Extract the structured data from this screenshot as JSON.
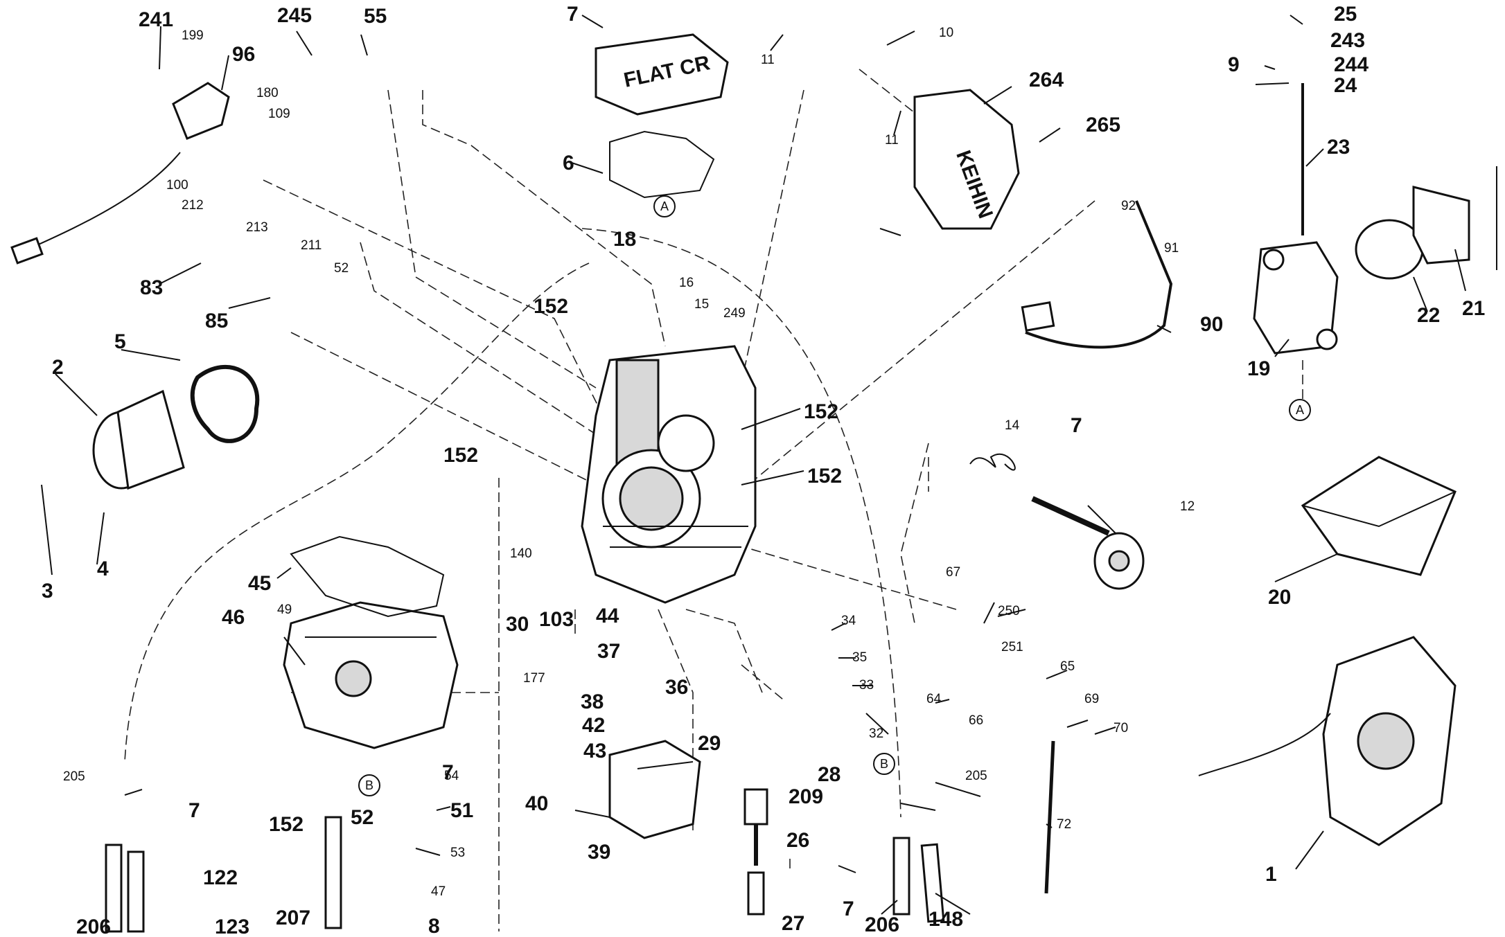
{
  "diagram": {
    "labels": [
      {
        "id": "l241",
        "text": "241",
        "size": "lg"
      },
      {
        "id": "l199",
        "text": "199",
        "size": "sm"
      },
      {
        "id": "l96",
        "text": "96",
        "size": "lg"
      },
      {
        "id": "l245",
        "text": "245",
        "size": "lg"
      },
      {
        "id": "l55",
        "text": "55",
        "size": "lg"
      },
      {
        "id": "l7a",
        "text": "7",
        "size": "lg"
      },
      {
        "id": "l11a",
        "text": "11",
        "size": "sm"
      },
      {
        "id": "l10",
        "text": "10",
        "size": "sm"
      },
      {
        "id": "l264",
        "text": "264",
        "size": "lg"
      },
      {
        "id": "l11b",
        "text": "11",
        "size": "sm"
      },
      {
        "id": "l265",
        "text": "265",
        "size": "lg"
      },
      {
        "id": "l25",
        "text": "25",
        "size": "lg"
      },
      {
        "id": "l243",
        "text": "243",
        "size": "lg"
      },
      {
        "id": "l9",
        "text": "9",
        "size": "lg"
      },
      {
        "id": "l244",
        "text": "244",
        "size": "lg"
      },
      {
        "id": "l24",
        "text": "24",
        "size": "lg"
      },
      {
        "id": "l23",
        "text": "23",
        "size": "lg"
      },
      {
        "id": "l180",
        "text": "180",
        "size": "sm"
      },
      {
        "id": "l109",
        "text": "109",
        "size": "sm"
      },
      {
        "id": "l6",
        "text": "6",
        "size": "lg"
      },
      {
        "id": "l100",
        "text": "100",
        "size": "sm"
      },
      {
        "id": "l212",
        "text": "212",
        "size": "sm"
      },
      {
        "id": "l213",
        "text": "213",
        "size": "sm"
      },
      {
        "id": "l211",
        "text": "211",
        "size": "sm"
      },
      {
        "id": "l52a",
        "text": "52",
        "size": "sm"
      },
      {
        "id": "l18",
        "text": "18",
        "size": "lg"
      },
      {
        "id": "l16",
        "text": "16",
        "size": "sm"
      },
      {
        "id": "l92",
        "text": "92",
        "size": "sm"
      },
      {
        "id": "l91",
        "text": "91",
        "size": "sm"
      },
      {
        "id": "l83",
        "text": "83",
        "size": "lg"
      },
      {
        "id": "l85",
        "text": "85",
        "size": "lg"
      },
      {
        "id": "l152a",
        "text": "152",
        "size": "lg"
      },
      {
        "id": "l15",
        "text": "15",
        "size": "sm"
      },
      {
        "id": "l249",
        "text": "249",
        "size": "sm"
      },
      {
        "id": "l90",
        "text": "90",
        "size": "lg"
      },
      {
        "id": "l22",
        "text": "22",
        "size": "lg"
      },
      {
        "id": "l21",
        "text": "21",
        "size": "lg"
      },
      {
        "id": "l19",
        "text": "19",
        "size": "lg"
      },
      {
        "id": "l5",
        "text": "5",
        "size": "lg"
      },
      {
        "id": "l2",
        "text": "2",
        "size": "lg"
      },
      {
        "id": "l152b",
        "text": "152",
        "size": "lg"
      },
      {
        "id": "l7b",
        "text": "7",
        "size": "lg"
      },
      {
        "id": "l14",
        "text": "14",
        "size": "sm"
      },
      {
        "id": "l152c",
        "text": "152",
        "size": "lg"
      },
      {
        "id": "l152d",
        "text": "152",
        "size": "lg"
      },
      {
        "id": "l12",
        "text": "12",
        "size": "sm"
      },
      {
        "id": "l4",
        "text": "4",
        "size": "lg"
      },
      {
        "id": "l3",
        "text": "3",
        "size": "lg"
      },
      {
        "id": "l140",
        "text": "140",
        "size": "sm"
      },
      {
        "id": "l45",
        "text": "45",
        "size": "lg"
      },
      {
        "id": "l20",
        "text": "20",
        "size": "lg"
      },
      {
        "id": "l30",
        "text": "30",
        "size": "lg"
      },
      {
        "id": "l103",
        "text": "103",
        "size": "lg"
      },
      {
        "id": "l44",
        "text": "44",
        "size": "lg"
      },
      {
        "id": "l67",
        "text": "67",
        "size": "sm"
      },
      {
        "id": "l250",
        "text": "250",
        "size": "sm"
      },
      {
        "id": "l46",
        "text": "46",
        "size": "lg"
      },
      {
        "id": "l49",
        "text": "49",
        "size": "sm"
      },
      {
        "id": "l34",
        "text": "34",
        "size": "sm"
      },
      {
        "id": "l251",
        "text": "251",
        "size": "sm"
      },
      {
        "id": "l37",
        "text": "37",
        "size": "lg"
      },
      {
        "id": "l35",
        "text": "35",
        "size": "sm"
      },
      {
        "id": "l177",
        "text": "177",
        "size": "sm"
      },
      {
        "id": "l65",
        "text": "65",
        "size": "sm"
      },
      {
        "id": "l36",
        "text": "36",
        "size": "lg"
      },
      {
        "id": "l38",
        "text": "38",
        "size": "lg"
      },
      {
        "id": "l33",
        "text": "33",
        "size": "sm"
      },
      {
        "id": "l64",
        "text": "64",
        "size": "sm"
      },
      {
        "id": "l69",
        "text": "69",
        "size": "sm"
      },
      {
        "id": "l42",
        "text": "42",
        "size": "lg"
      },
      {
        "id": "l66",
        "text": "66",
        "size": "sm"
      },
      {
        "id": "l70",
        "text": "70",
        "size": "sm"
      },
      {
        "id": "l32",
        "text": "32",
        "size": "sm"
      },
      {
        "id": "l29",
        "text": "29",
        "size": "lg"
      },
      {
        "id": "l43",
        "text": "43",
        "size": "lg"
      },
      {
        "id": "l7c",
        "text": "7",
        "size": "lg"
      },
      {
        "id": "l54",
        "text": "54",
        "size": "sm"
      },
      {
        "id": "l28",
        "text": "28",
        "size": "lg"
      },
      {
        "id": "l205a",
        "text": "205",
        "size": "sm"
      },
      {
        "id": "l205b",
        "text": "205",
        "size": "sm"
      },
      {
        "id": "l7d",
        "text": "7",
        "size": "lg"
      },
      {
        "id": "l209",
        "text": "209",
        "size": "lg"
      },
      {
        "id": "l40",
        "text": "40",
        "size": "lg"
      },
      {
        "id": "l51",
        "text": "51",
        "size": "lg"
      },
      {
        "id": "l152e",
        "text": "152",
        "size": "lg"
      },
      {
        "id": "l52b",
        "text": "52",
        "size": "lg"
      },
      {
        "id": "l72",
        "text": "72",
        "size": "sm"
      },
      {
        "id": "l53",
        "text": "53",
        "size": "sm"
      },
      {
        "id": "l26",
        "text": "26",
        "size": "lg"
      },
      {
        "id": "l39",
        "text": "39",
        "size": "lg"
      },
      {
        "id": "l122",
        "text": "122",
        "size": "lg"
      },
      {
        "id": "l1",
        "text": "1",
        "size": "lg"
      },
      {
        "id": "l47",
        "text": "47",
        "size": "sm"
      },
      {
        "id": "l7e",
        "text": "7",
        "size": "lg"
      },
      {
        "id": "l206a",
        "text": "206",
        "size": "lg"
      },
      {
        "id": "l123",
        "text": "123",
        "size": "lg"
      },
      {
        "id": "l207",
        "text": "207",
        "size": "lg"
      },
      {
        "id": "l8",
        "text": "8",
        "size": "lg"
      },
      {
        "id": "l27",
        "text": "27",
        "size": "lg"
      },
      {
        "id": "l206b",
        "text": "206",
        "size": "lg"
      },
      {
        "id": "l148",
        "text": "148",
        "size": "lg"
      }
    ],
    "callouts": [
      {
        "id": "cA1",
        "text": "A"
      },
      {
        "id": "cA2",
        "text": "A"
      },
      {
        "id": "cB1",
        "text": "B"
      },
      {
        "id": "cB2",
        "text": "B"
      }
    ],
    "stamps": {
      "cap_logo": "FLAT CR",
      "cover_logo": "KEIHIN"
    }
  }
}
